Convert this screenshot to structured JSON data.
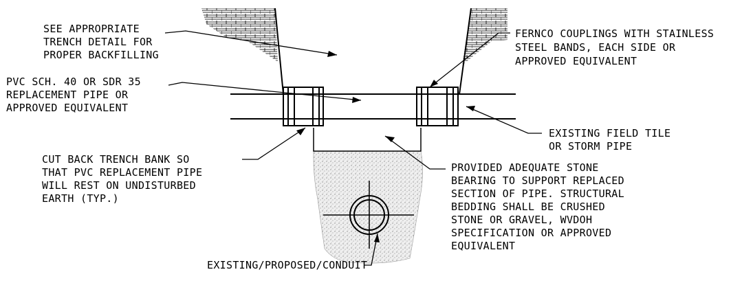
{
  "labels": {
    "backfill": [
      "SEE APPROPRIATE",
      "TRENCH DETAIL FOR",
      "PROPER BACKFILLING"
    ],
    "couplings": [
      "FERNCO COUPLINGS WITH STAINLESS",
      "STEEL BANDS, EACH SIDE OR",
      "APPROVED EQUIVALENT"
    ],
    "replacement_pipe": [
      "PVC SCH. 40 OR SDR 35",
      "REPLACEMENT PIPE OR",
      "APPROVED EQUIVALENT"
    ],
    "existing_tile": [
      "EXISTING FIELD TILE",
      "OR STORM PIPE"
    ],
    "cut_back": [
      "CUT BACK TRENCH BANK SO",
      "THAT PVC REPLACEMENT PIPE",
      "WILL REST ON UNDISTURBED",
      "EARTH (TYP.)"
    ],
    "stone_bearing": [
      "PROVIDED ADEQUATE STONE",
      "BEARING TO SUPPORT REPLACED",
      "SECTION OF PIPE. STRUCTURAL",
      "BEDDING SHALL BE CRUSHED",
      "STONE OR GRAVEL, WVDOH",
      "SPECIFICATION OR APPROVED",
      "EQUIVALENT"
    ],
    "conduit": [
      "EXISTING/PROPOSED/CONDUIT"
    ]
  },
  "icons": {
    "arrowhead": "filled-arrowhead",
    "couplings": "fernco-coupling-icon",
    "conduit": "circular-conduit-icon"
  },
  "colors": {
    "line": "#000000",
    "stone_fill": "#e9e9e9",
    "hatch": "#000000"
  }
}
